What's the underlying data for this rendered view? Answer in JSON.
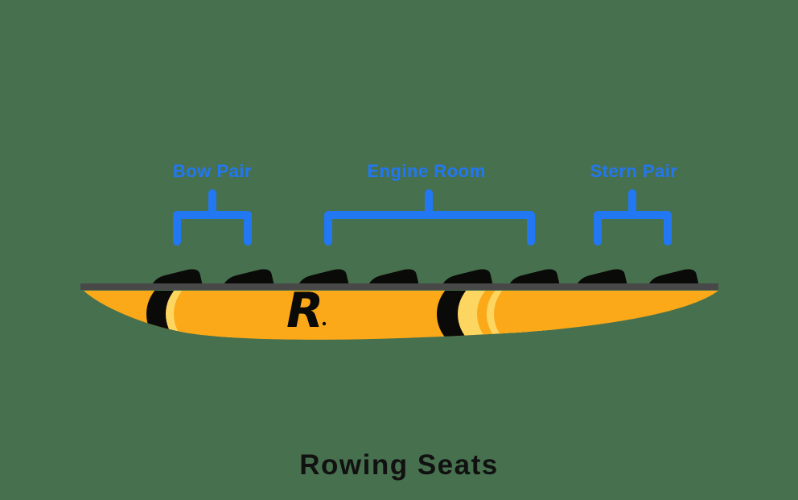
{
  "background_color": "#47704E",
  "title": "Rowing Seats",
  "diagram": {
    "type": "labeled-diagram",
    "subject": "rowing shell seat groups",
    "groups": [
      {
        "id": "bow-pair",
        "label": "Bow Pair",
        "seat_count": 2
      },
      {
        "id": "engine-room",
        "label": "Engine Room",
        "seat_count": 4
      },
      {
        "id": "stern-pair",
        "label": "Stern Pair",
        "seat_count": 2
      }
    ],
    "boat": {
      "logo": "R",
      "seat_count": 8,
      "seat_positions_x": [
        188,
        277,
        370,
        457,
        549,
        632,
        716,
        805
      ]
    },
    "colors": {
      "accent_blue": "#2277F2",
      "hull_yellow": "#FBA919",
      "hull_highlight_yellow": "#FDD661",
      "seat_black": "#0A0A08",
      "gunwale_gray": "#484848",
      "title_black": "#111111",
      "background_green": "#47704E"
    }
  }
}
